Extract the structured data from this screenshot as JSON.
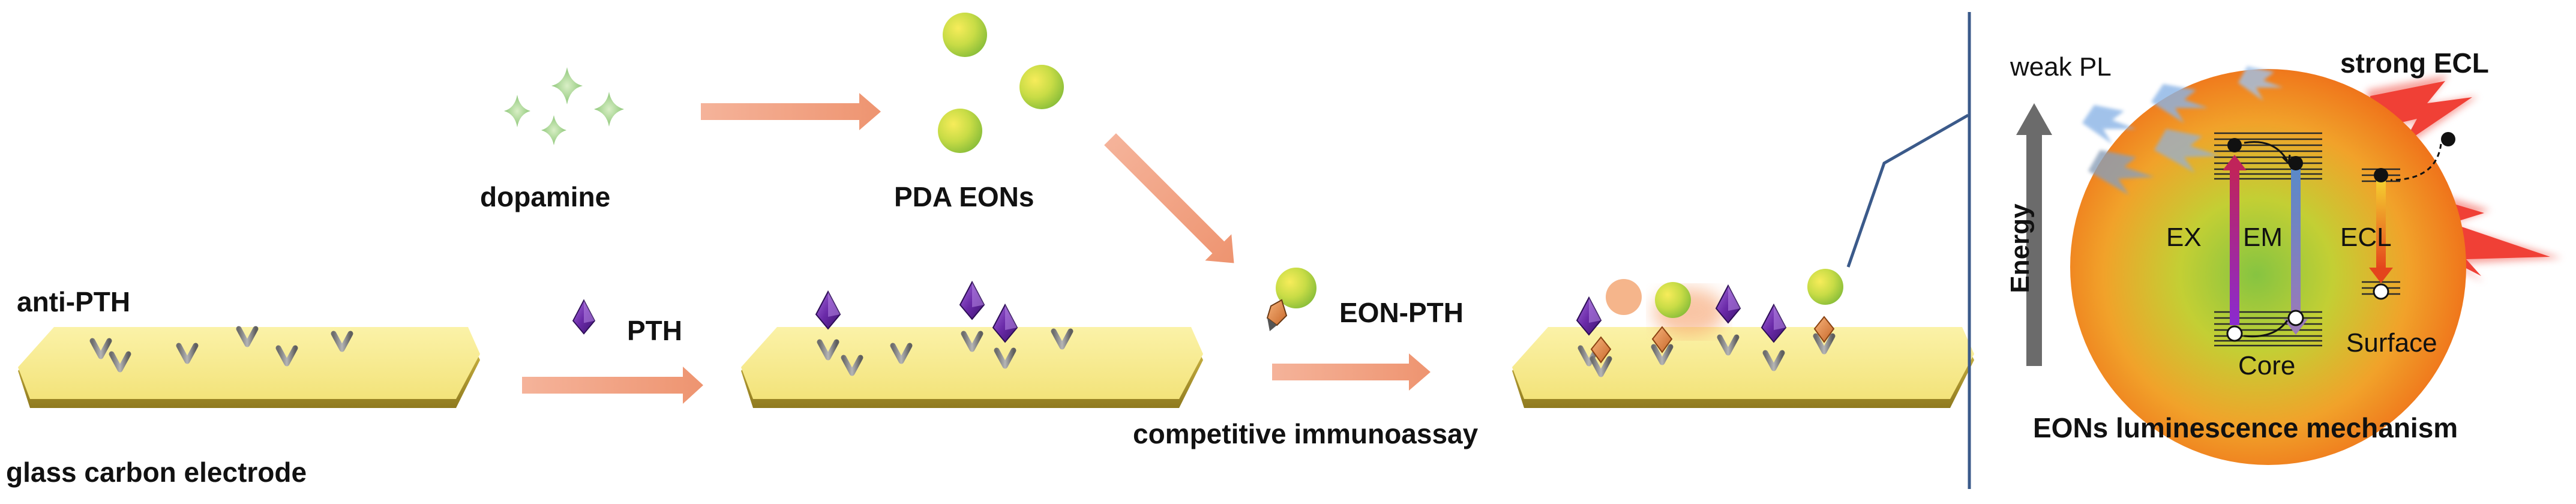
{
  "labels": {
    "dopamine": "dopamine",
    "pda_eons": "PDA EONs",
    "anti_pth": "anti-PTH",
    "pth": "PTH",
    "eon_pth": "EON-PTH",
    "glass_carbon_electrode": "glass carbon electrode",
    "competitive_immunoassay": "competitive immunoassay"
  },
  "mechanism": {
    "title": "EONs luminescence mechanism",
    "weak_pl": "weak PL",
    "strong_ecl": "strong ECL",
    "energy_axis": "Energy",
    "ex": "EX",
    "em": "EM",
    "ecl": "ECL",
    "core": "Core",
    "surface": "Surface"
  },
  "colors": {
    "electrode_top": "#f8ec94",
    "electrode_edge": "#c9b13a",
    "antibody": "#8a8a8a",
    "pth": "#6a2aa8",
    "eon_green": "#9bc53d",
    "eon_yellow": "#f5e23a",
    "arrow": "#f2a07e",
    "sphere_inner": "#8fc63f",
    "sphere_outer": "#f07d1a",
    "ecl_red": "#f0342a",
    "divider": "#3b5a8a"
  }
}
